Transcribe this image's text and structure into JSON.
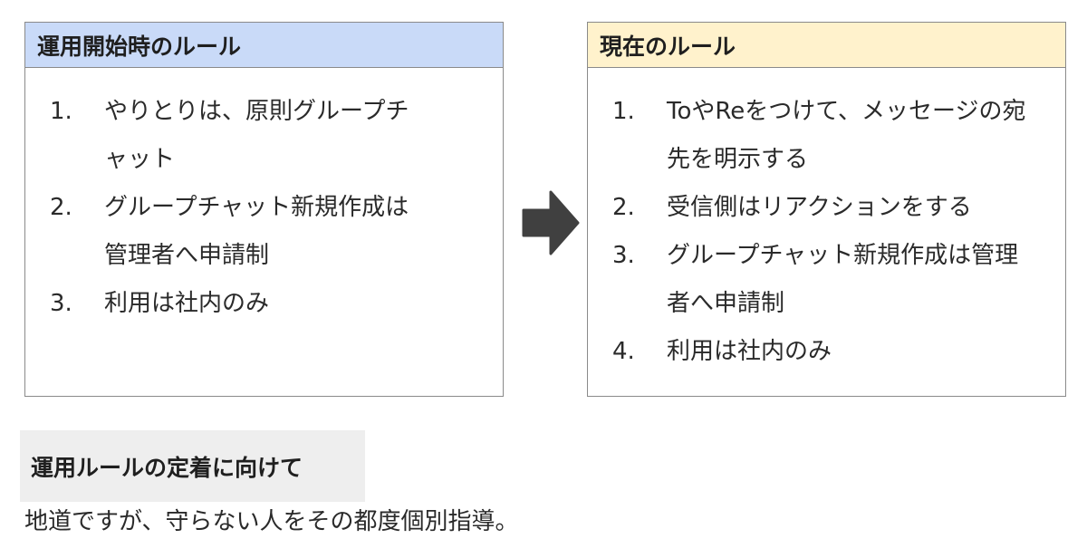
{
  "left_box": {
    "title": "運用開始時のルール",
    "items": [
      {
        "num": "1.",
        "text": "やりとりは、原則グループチャット"
      },
      {
        "num": "2.",
        "text": "グループチャット新規作成は管理者へ申請制"
      },
      {
        "num": "3.",
        "text": "利用は社内のみ"
      }
    ]
  },
  "right_box": {
    "title": "現在のルール",
    "items": [
      {
        "num": "1.",
        "text": "ToやReをつけて、メッセージの宛先を明示する"
      },
      {
        "num": "2.",
        "text": "受信側はリアクションをする"
      },
      {
        "num": "3.",
        "text": "グループチャット新規作成は管理者へ申請制"
      },
      {
        "num": "4.",
        "text": "利用は社内のみ"
      }
    ]
  },
  "arrow": {
    "icon": "right-arrow-icon",
    "color": "#404040"
  },
  "section": {
    "heading": "運用ルールの定着に向けて",
    "body": "地道ですが、守らない人をその都度個別指導。"
  }
}
